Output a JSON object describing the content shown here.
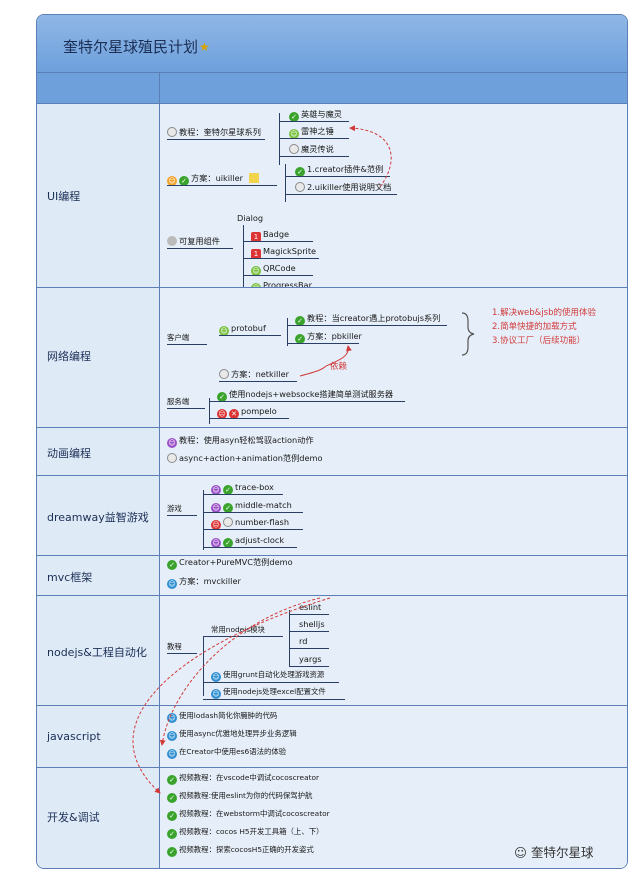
{
  "title": "奎特尔星球殖民计划",
  "watermark": "奎特尔星球",
  "colors": {
    "board": "#dbe8f6",
    "header": "#6ea0dc",
    "border": "#5b7fb6",
    "annotation": "#d23a3a"
  },
  "rows": [
    {
      "label": "UI编程",
      "nodes": {
        "tutorial": "教程：奎特尔星球系列",
        "t1": "英雄与魔灵",
        "t2": "雷神之锤",
        "t3": "魔灵传说",
        "solution": "方案：uikiller",
        "s1": "1.creator插件&范例",
        "s2": "2.uikiller使用说明文档",
        "reusable": "可复用组件",
        "c0": "Dialog",
        "c1": "Badge",
        "c2": "MagickSprite",
        "c3": "QRCode",
        "c4": "ProgressBar"
      }
    },
    {
      "label": "网络编程",
      "nodes": {
        "client": "客户端",
        "protobuf": "protobuf",
        "p1": "教程：当creator遇上protobujs系列",
        "p2": "方案：pbkiller",
        "netkiller": "方案：netkiller",
        "server": "服务端",
        "sv1": "使用nodejs+websocke搭建简单测试服务器",
        "sv2": "pompelo"
      }
    },
    {
      "label": "动画编程",
      "nodes": {
        "a1": "教程：使用asyn轻松驾驭action动作",
        "a2": "async+action+animation范例demo"
      }
    },
    {
      "label": "dreamway益智游戏",
      "nodes": {
        "games": "游戏",
        "g1": "trace-box",
        "g2": "middle-match",
        "g3": "number-flash",
        "g4": "adjust-clock"
      }
    },
    {
      "label": "mvc框架",
      "nodes": {
        "m1": "Creator+PureMVC范例demo",
        "m2": "方案：mvckiller"
      }
    },
    {
      "label": "nodejs&工程自动化",
      "nodes": {
        "tutorial": "教程",
        "modules": "常用nodejs模块",
        "n1": "eslint",
        "n2": "shelljs",
        "n3": "rd",
        "n4": "yargs",
        "grunt": "使用grunt自动化处理游戏资源",
        "excel": "使用nodejs处理excel配置文件"
      }
    },
    {
      "label": "javascript",
      "nodes": {
        "j1": "使用lodash简化你臃肿的代码",
        "j2": "使用async优雅地处理异步业务逻辑",
        "j3": "在Creator中使用es6语法的体验"
      }
    },
    {
      "label": "开发&调试",
      "nodes": {
        "d1": "视频教程：在vscode中调试cocoscreator",
        "d2": "视频教程:使用eslint为你的代码保驾护航",
        "d3": "视频教程：在webstorm中调试cocoscreator",
        "d4": "视频教程：cocos H5开发工具箱（上、下）",
        "d5": "视频教程：探索cocosH5正确的开发姿式"
      }
    }
  ],
  "annotations": {
    "pb_benefits": [
      "1.解决web&jsb的使用体验",
      "2.简单快捷的加载方式",
      "3.协议工厂（后续功能）"
    ],
    "depends": "依赖"
  }
}
